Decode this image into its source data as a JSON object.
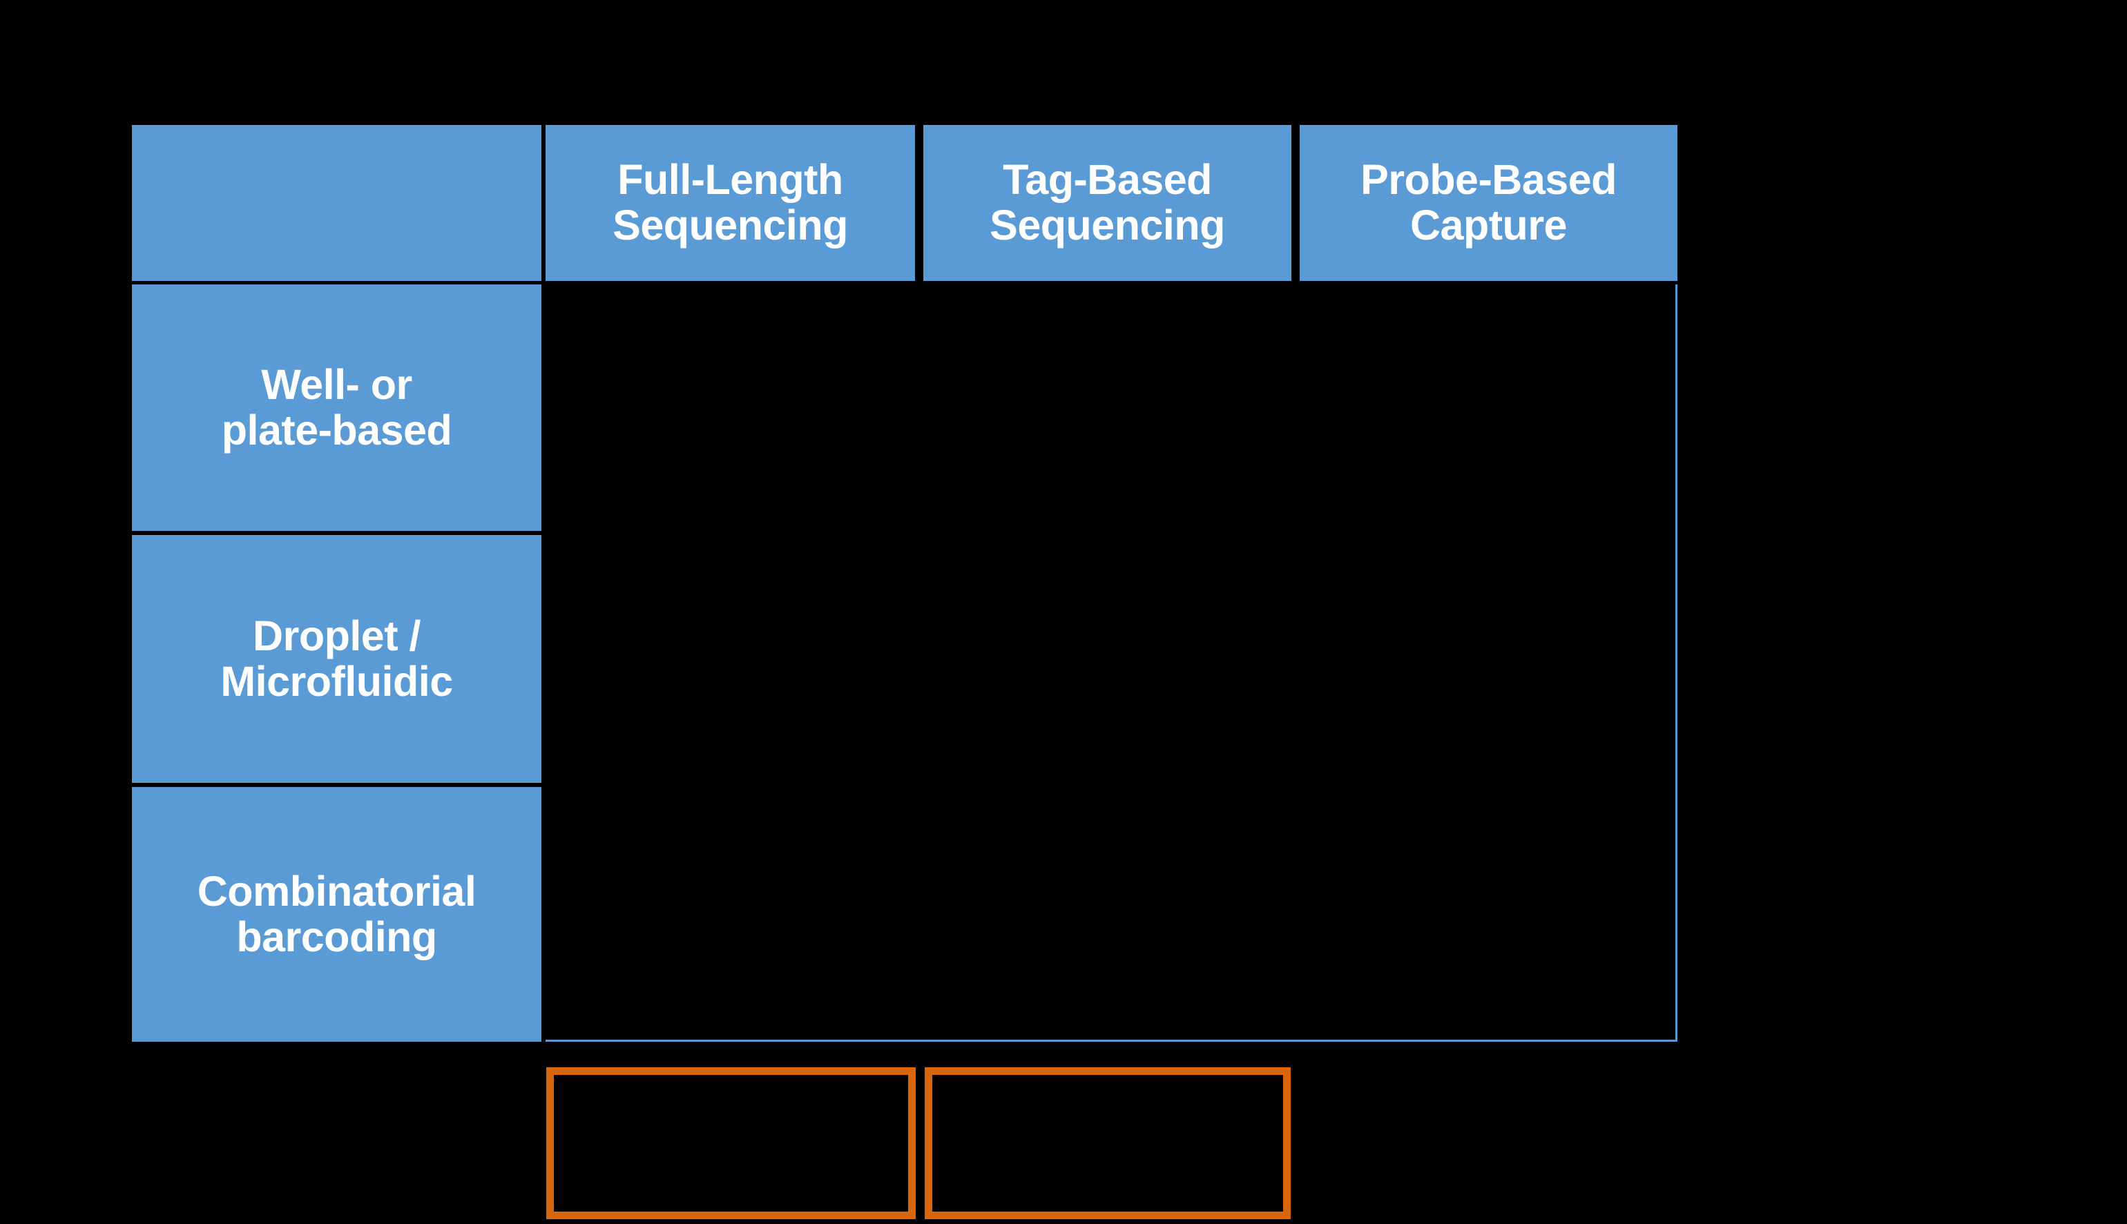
{
  "slide": {
    "background_color": "#000000",
    "accent_blue": "#5b9bd5",
    "accent_orange": "#d9660a",
    "text_color": "#ffffff"
  },
  "matrix": {
    "corner_label": "",
    "column_headers": [
      "Full-Length\nSequencing",
      "Tag-Based\nSequencing",
      "Probe-Based\nCapture"
    ],
    "column_headers_line1": [
      "Full-Length",
      "Tag-Based",
      "Probe-Based"
    ],
    "column_headers_line2": [
      "Sequencing",
      "Sequencing",
      "Capture"
    ],
    "row_labels": [
      "Well- or\nplate-based",
      "Droplet /\nMicrofluidic",
      "Combinatorial\nbarcoding"
    ],
    "row_labels_line1": [
      "Well- or",
      "Droplet /",
      "Combinatorial"
    ],
    "row_labels_line2": [
      "plate-based",
      "Microfluidic",
      "barcoding"
    ],
    "cells": [
      [
        "",
        "",
        ""
      ],
      [
        "",
        "",
        ""
      ],
      [
        "",
        "",
        ""
      ]
    ]
  },
  "callouts": [
    {
      "label": ""
    },
    {
      "label": ""
    }
  ]
}
